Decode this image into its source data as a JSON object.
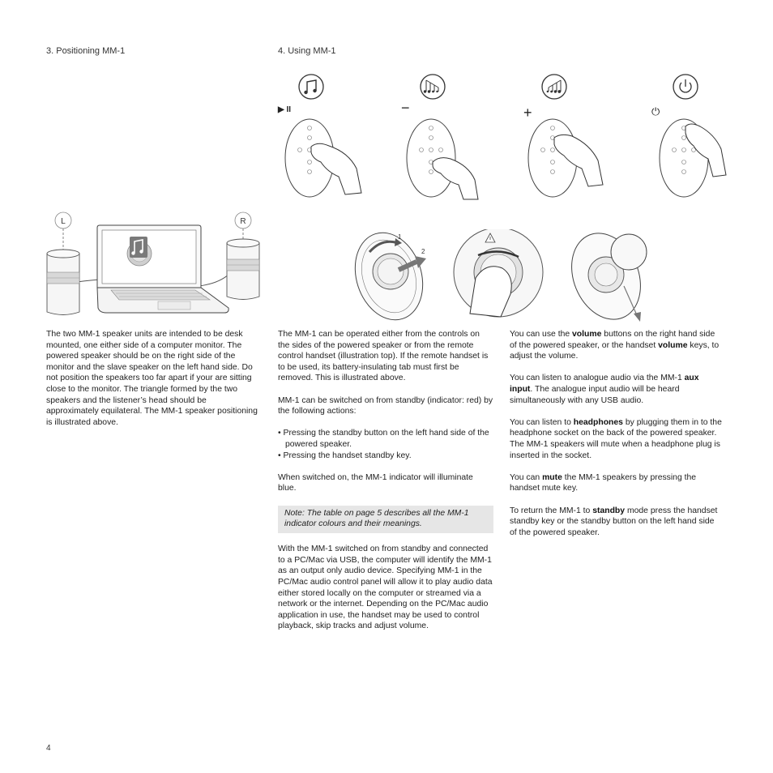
{
  "section3": {
    "heading": "3. Positioning MM-1",
    "paragraph": "The two MM-1 speaker units are intended to be desk mounted, one either side of a computer monitor. The powered speaker should be on the right side of the monitor and the slave speaker on the left hand side. Do not position the speakers too far apart if your are sitting close to the monitor. The triangle formed by the two speakers and the listener’s head should be approximately equilateral. The MM-1 speaker positioning is illustrated above.",
    "label_left": "L",
    "label_right": "R"
  },
  "section4": {
    "heading": "4. Using MM-1",
    "control_labels": [
      "▶ II",
      "−",
      "+",
      "⏻"
    ],
    "icons": [
      "music-note-icon",
      "volume-down-notes-icon",
      "volume-up-notes-icon",
      "power-icon"
    ],
    "step_labels": [
      "1",
      "2"
    ],
    "col1": {
      "p1": "The MM-1 can be operated either from the controls on the sides of the powered speaker or from the remote control handset (illustration top). If the remote handset is to be used, its battery-insulating tab must first be removed. This is illustrated above.",
      "p2": "MM-1 can be switched on from standby (indicator: red) by the following actions:",
      "bullets": [
        "• Pressing the standby button on the left hand side of the powered speaker.",
        "• Pressing the handset standby key."
      ],
      "p3": "When switched on, the MM-1 indicator will illuminate blue.",
      "note": "Note: The table on page 5 describes all the MM-1 indicator colours and their meanings.",
      "p4": "With the MM-1 switched on from standby and connected to a PC/Mac via USB, the computer will identify the MM-1 as an output only audio device. Specifying MM-1 in the PC/Mac audio control panel will allow it to play audio data either stored locally on the computer or streamed via a network or the internet. Depending on the PC/Mac audio application in use, the handset may be used to control playback, skip tracks and adjust volume."
    },
    "col2": {
      "p1_a": "You can use the ",
      "p1_b": "volume",
      "p1_c": " buttons on the right hand side of the powered speaker, or the handset ",
      "p1_d": "volume",
      "p1_e": " keys, to adjust the volume.",
      "p2_a": "You can listen to analogue audio via the MM-1 ",
      "p2_b": "aux input",
      "p2_c": ". The analogue input audio will be heard simultaneously with any USB audio.",
      "p3_a": "You can listen to ",
      "p3_b": "headphones",
      "p3_c": " by plugging them in to the headphone socket on the back of the powered speaker. The MM-1 speakers will mute when a headphone plug is inserted in the socket.",
      "p4_a": "You can ",
      "p4_b": "mute",
      "p4_c": " the MM-1 speakers by pressing the handset mute key.",
      "p5_a": "To return the MM-1 to ",
      "p5_b": "standby",
      "p5_c": " mode press the handset standby key or the standby button on the left hand side of the powered speaker."
    }
  },
  "page_number": "4"
}
